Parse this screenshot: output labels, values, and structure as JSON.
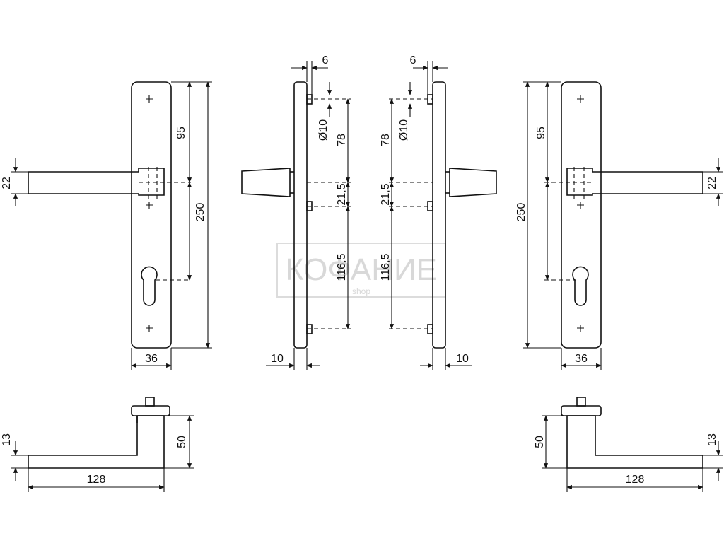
{
  "watermark": {
    "brand": "КОФАНИЕ",
    "sub": "shop"
  },
  "dims": {
    "height_top": "95",
    "height_bottom": "250",
    "plate_width": "36",
    "handle_height": "22",
    "screw_spacing": "78",
    "spindle_offset": "21,5",
    "lower_spacing": "116,5",
    "pin_diameter": "Ø10",
    "pin_offset": "6",
    "plate_thickness": "10",
    "grip_height": "13",
    "rose_height": "50",
    "lever_length": "128"
  }
}
